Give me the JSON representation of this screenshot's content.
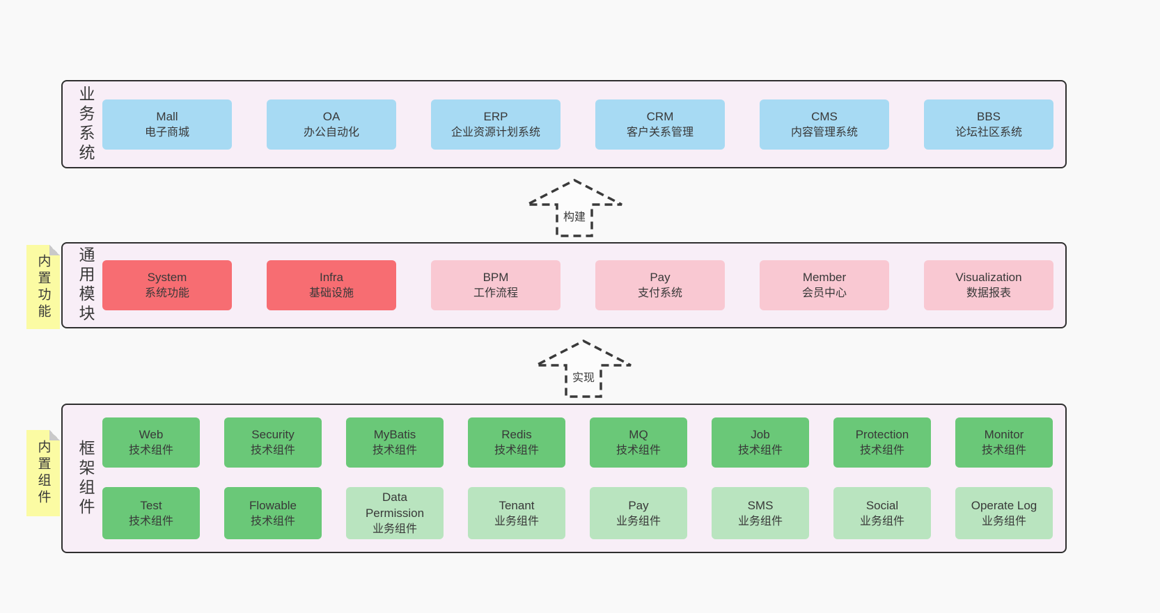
{
  "colors": {
    "page_bg": "#f9f9f9",
    "band_bg": "#f8eef7",
    "band_border": "#2f2f2f",
    "text": "#383838",
    "blue": "#a7daf3",
    "red": "#f76d72",
    "pink": "#f9c8d2",
    "green": "#6ac878",
    "green_light": "#b9e4bf",
    "sticky_yellow": "#fbfba3",
    "sticky_fold": "#c9c9c9",
    "arrow_fill": "#fcfcfc"
  },
  "bands": [
    {
      "label": "业务系统",
      "boxes": [
        {
          "title": "Mall",
          "subtitle": "电子商城",
          "variant": "blue"
        },
        {
          "title": "OA",
          "subtitle": "办公自动化",
          "variant": "blue"
        },
        {
          "title": "ERP",
          "subtitle": "企业资源计划系统",
          "variant": "blue"
        },
        {
          "title": "CRM",
          "subtitle": "客户关系管理",
          "variant": "blue"
        },
        {
          "title": "CMS",
          "subtitle": "内容管理系统",
          "variant": "blue"
        },
        {
          "title": "BBS",
          "subtitle": "论坛社区系统",
          "variant": "blue"
        }
      ]
    },
    {
      "label": "通用模块",
      "sticky": "内置功能",
      "boxes": [
        {
          "title": "System",
          "subtitle": "系统功能",
          "variant": "red"
        },
        {
          "title": "Infra",
          "subtitle": "基础设施",
          "variant": "red"
        },
        {
          "title": "BPM",
          "subtitle": "工作流程",
          "variant": "pink"
        },
        {
          "title": "Pay",
          "subtitle": "支付系统",
          "variant": "pink"
        },
        {
          "title": "Member",
          "subtitle": "会员中心",
          "variant": "pink"
        },
        {
          "title": "Visualization",
          "subtitle": "数据报表",
          "variant": "pink"
        }
      ]
    },
    {
      "label": "框架组件",
      "sticky": "内置组件",
      "rows": [
        [
          {
            "title": "Web",
            "subtitle": "技术组件",
            "variant": "green"
          },
          {
            "title": "Security",
            "subtitle": "技术组件",
            "variant": "green"
          },
          {
            "title": "MyBatis",
            "subtitle": "技术组件",
            "variant": "green"
          },
          {
            "title": "Redis",
            "subtitle": "技术组件",
            "variant": "green"
          },
          {
            "title": "MQ",
            "subtitle": "技术组件",
            "variant": "green"
          },
          {
            "title": "Job",
            "subtitle": "技术组件",
            "variant": "green"
          },
          {
            "title": "Protection",
            "subtitle": "技术组件",
            "variant": "green"
          },
          {
            "title": "Monitor",
            "subtitle": "技术组件",
            "variant": "green"
          }
        ],
        [
          {
            "title": "Test",
            "subtitle": "技术组件",
            "variant": "green"
          },
          {
            "title": "Flowable",
            "subtitle": "技术组件",
            "variant": "green"
          },
          {
            "title": "Data Permission",
            "subtitle": "业务组件",
            "variant": "green_light"
          },
          {
            "title": "Tenant",
            "subtitle": "业务组件",
            "variant": "green_light"
          },
          {
            "title": "Pay",
            "subtitle": "业务组件",
            "variant": "green_light"
          },
          {
            "title": "SMS",
            "subtitle": "业务组件",
            "variant": "green_light"
          },
          {
            "title": "Social",
            "subtitle": "业务组件",
            "variant": "green_light"
          },
          {
            "title": "Operate Log",
            "subtitle": "业务组件",
            "variant": "green_light"
          }
        ]
      ]
    }
  ],
  "arrows": [
    {
      "label": "构建"
    },
    {
      "label": "实现"
    }
  ]
}
